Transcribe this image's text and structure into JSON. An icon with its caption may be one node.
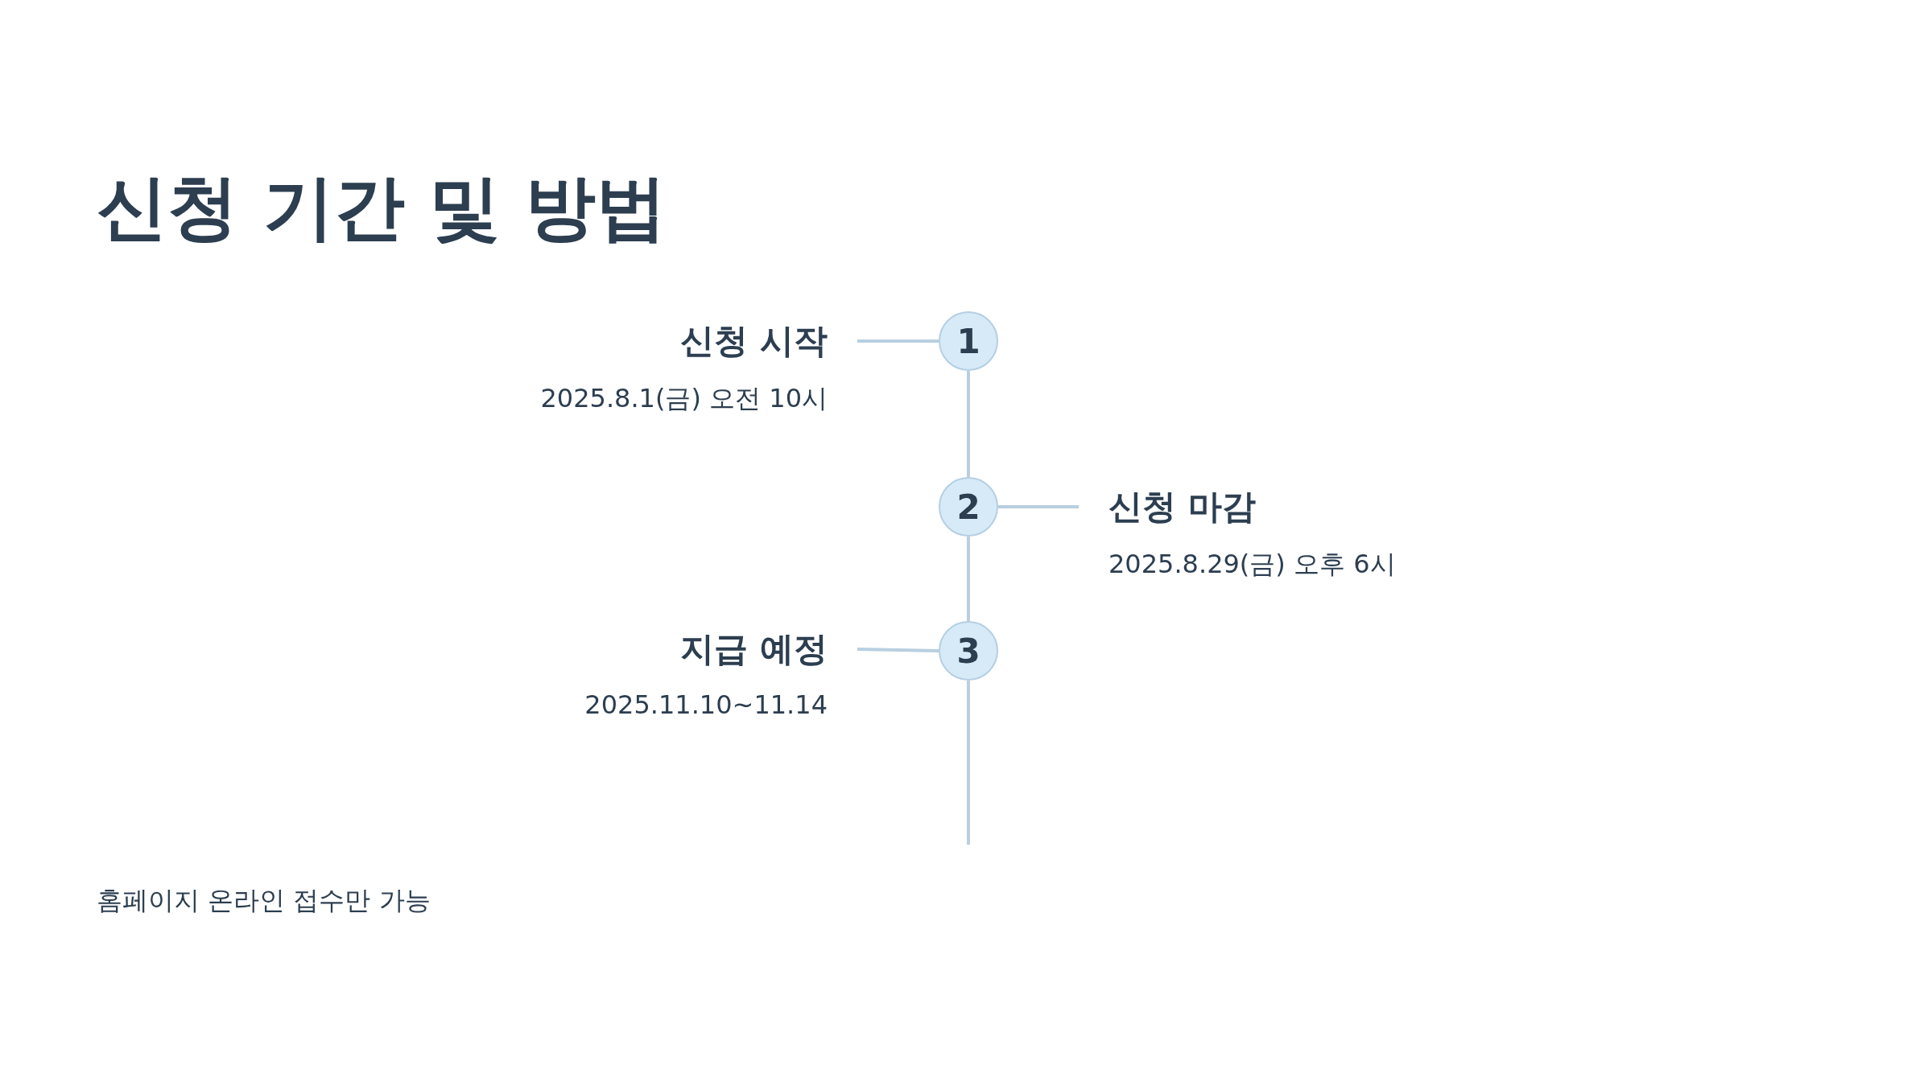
{
  "diagram": {
    "title": "신청 기간 및 방법",
    "nodes": [
      {
        "text": [
          "신청 시작"
        ],
        "beside": [
          "2025.8.1(금) 오전 10시"
        ]
      },
      {
        "text": [
          "1"
        ]
      },
      {
        "text": [
          "2"
        ]
      },
      {
        "text": [
          "신청 마감"
        ],
        "beside": [
          "2025.8.29(금) 오후 6시"
        ]
      },
      {
        "text": [
          "지급 예정"
        ],
        "beside": [
          "2025.11.10~11.14"
        ]
      },
      {
        "text": [
          "3"
        ]
      }
    ],
    "edges": [
      {
        "from": 0,
        "to": 1,
        "arrow": "none"
      },
      {
        "from": 1,
        "to": 2,
        "arrow": "none"
      },
      {
        "from": 2,
        "to": 3,
        "arrow": "none"
      },
      {
        "from": 2,
        "to": 5,
        "arrow": "none"
      },
      {
        "from": 4,
        "to": 5,
        "arrow": "none"
      },
      {
        "from": 5,
        "to": null,
        "arrow": "none"
      }
    ],
    "labels": [
      "홈페이지 온라인 접수만 가능"
    ]
  }
}
